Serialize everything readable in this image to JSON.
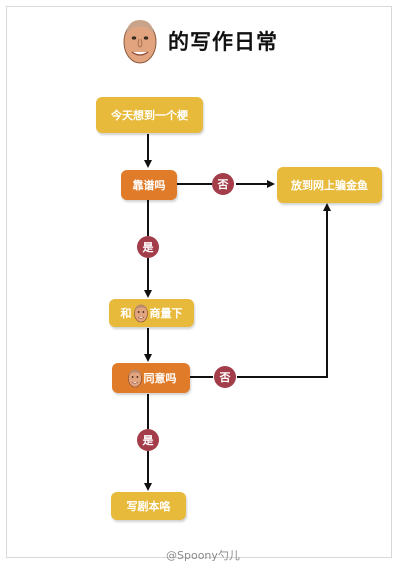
{
  "title": {
    "text": "的写作日常"
  },
  "nodes": {
    "idea": "今天想到一个梗",
    "reliable": "靠谱吗",
    "post_online": "放到网上骗金鱼",
    "discuss_prefix": "和",
    "discuss_suffix": "商量下",
    "agree": "同意吗",
    "write": "写剧本咯"
  },
  "decisions": {
    "reliable_no": "否",
    "reliable_yes": "是",
    "agree_no": "否",
    "agree_yes": "是"
  },
  "watermark": "@Spoony勺儿",
  "colors": {
    "yellow_box": "#e8ba3c",
    "orange_box": "#e07b2a",
    "decision_circle": "#a33d4a",
    "connector": "#111111"
  }
}
